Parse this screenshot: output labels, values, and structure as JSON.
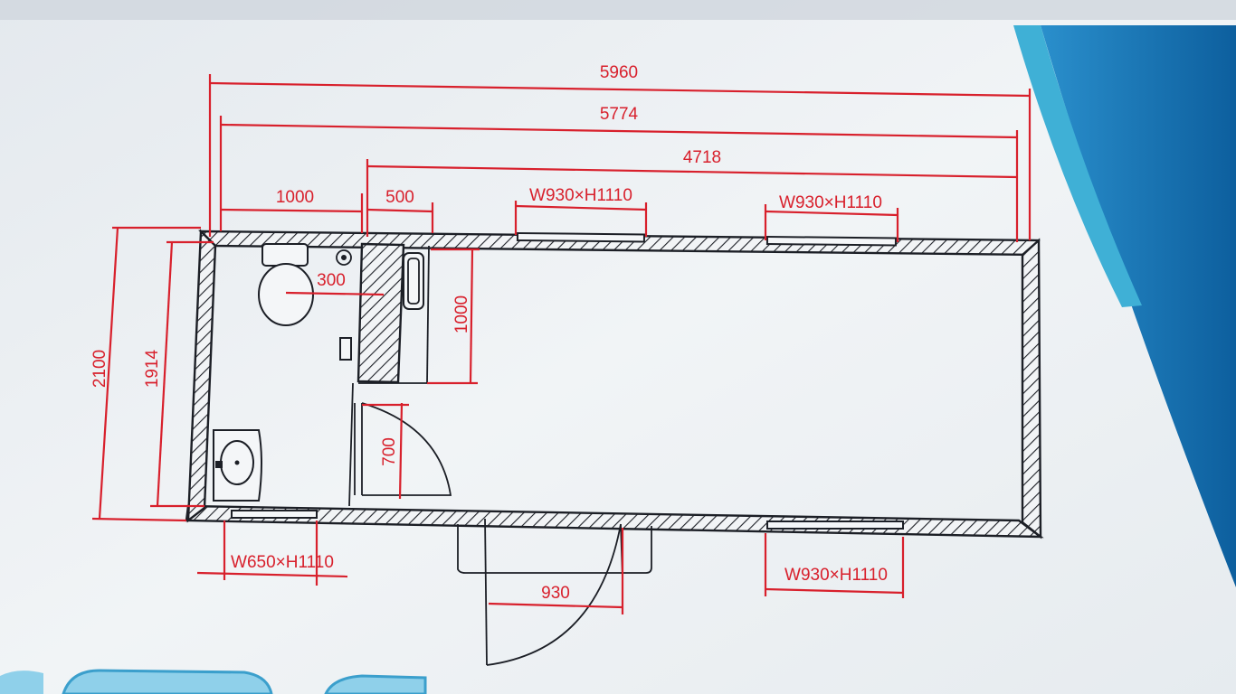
{
  "colors": {
    "paper": "#eef2f5",
    "dimension": "#d8202c",
    "linework": "#1c1f26",
    "backdrop_blue": "#1477b8",
    "backdrop_cyan": "#3fb0d6"
  },
  "dimensions": {
    "overall_length": "5960",
    "inner_length": "5774",
    "room_length": "4718",
    "bath_width": "1000",
    "shower_width": "500",
    "window_top_left": "W930×H1110",
    "window_top_right": "W930×H1110",
    "overall_width": "2100",
    "inner_width": "1914",
    "shower_depth": "1000",
    "partition_gap": "300",
    "bath_door": "700",
    "window_bottom_left": "W650×H1110",
    "entry_door": "930",
    "window_bottom_right": "W930×H1110"
  },
  "icons": [
    "toilet-icon",
    "sink-icon",
    "shower-tray-icon",
    "door-swing-icon",
    "window-icon"
  ]
}
